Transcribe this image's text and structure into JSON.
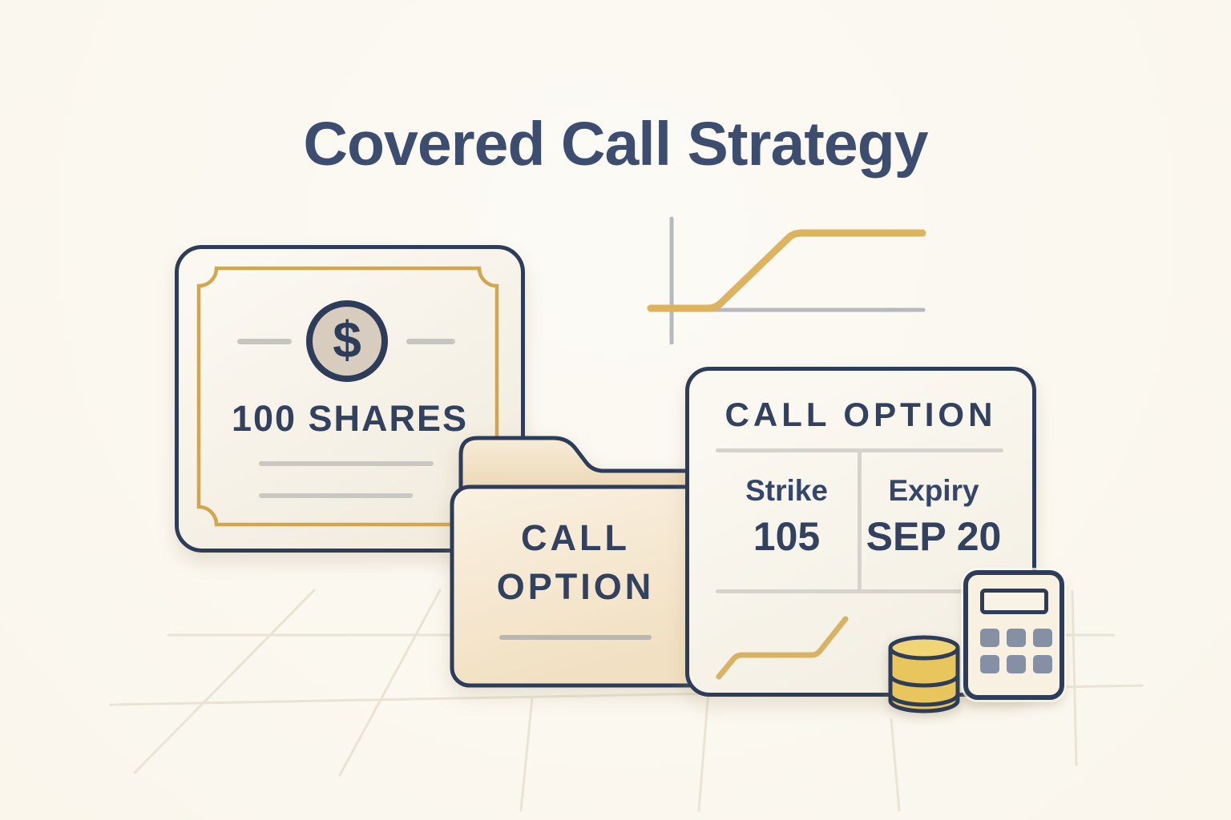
{
  "title": "Covered Call Strategy",
  "certificate": {
    "currency_symbol": "$",
    "shares_label": "100 SHARES"
  },
  "folder": {
    "label_line1": "CALL",
    "label_line2": "OPTION"
  },
  "option_card": {
    "header": "CALL OPTION",
    "fields": [
      {
        "label": "Strike",
        "value": "105"
      },
      {
        "label": "Expiry",
        "value": "SEP 20"
      }
    ]
  },
  "icons": {
    "payoff_curve": "payoff-curve-icon",
    "dollar_medallion": "dollar-coin-icon",
    "folder": "folder-icon",
    "coin_stack": "coin-stack-icon",
    "calculator": "calculator-icon"
  },
  "colors": {
    "background": "#fbf8f1",
    "navy_outline": "#2d3c59",
    "navy_text": "#31415f",
    "title_navy": "#3d4d6f",
    "gold_frame": "#d0a650",
    "gold_curve": "#dcb35e",
    "coin_gold": "#e9c55e",
    "folder_cream": "#f7ecd8",
    "button_gray": "#8590a5",
    "divider_gray": "#d5d3cb"
  }
}
